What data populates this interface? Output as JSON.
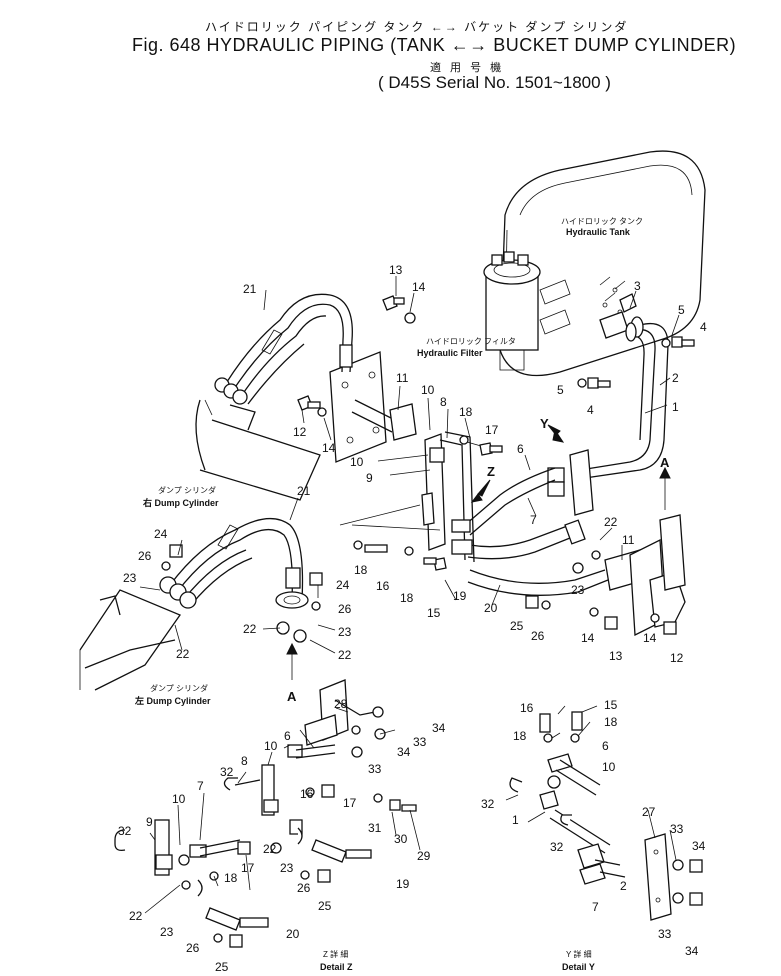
{
  "header": {
    "japanese_title": "ハイドロリック パイピング タンク ←→ バケット ダンプ シリンダ",
    "fig_title": "Fig. 648  HYDRAULIC PIPING (TANK ←→ BUCKET DUMP CYLINDER)",
    "japanese_applicable": "適 用 号 機",
    "serial_range": "( D45S Serial No. 1501~1800 )"
  },
  "labels": {
    "tank_jp": "ハイドロリック タンク",
    "tank": "Hydraulic Tank",
    "filter_jp": "ハイドロリック フィルタ",
    "filter": "Hydraulic Filter",
    "right_cyl_jp": "ダンプ シリンダ",
    "right_cyl": "右 Dump Cylinder",
    "left_cyl_jp": "ダンプ シリンダ",
    "left_cyl": "左 Dump Cylinder",
    "view_a_top": "A",
    "view_a_bottom": "A",
    "view_y": "Y",
    "view_z": "Z",
    "detail_z_jp": "Z 詳 細",
    "detail_z": "Detail Z",
    "detail_y_jp": "Y 詳 細",
    "detail_y": "Detail Y"
  },
  "callouts": {
    "main": [
      "13",
      "14",
      "3",
      "5",
      "4",
      "21",
      "2",
      "5",
      "4",
      "1",
      "12",
      "14",
      "10",
      "8",
      "18",
      "17",
      "11",
      "10",
      "9",
      "6",
      "Y",
      "Z",
      "24",
      "26",
      "21",
      "7",
      "22",
      "11",
      "18",
      "16",
      "18",
      "15",
      "19",
      "20",
      "25",
      "26",
      "23",
      "14",
      "13",
      "14",
      "12",
      "23",
      "22",
      "24",
      "26",
      "23",
      "22",
      "22"
    ],
    "detail_z": [
      "28",
      "34",
      "33",
      "34",
      "33",
      "10",
      "6",
      "8",
      "32",
      "16",
      "17",
      "31",
      "30",
      "29",
      "7",
      "10",
      "9",
      "32",
      "22",
      "18",
      "17",
      "23",
      "26",
      "25",
      "19",
      "22",
      "23",
      "26",
      "20",
      "25"
    ],
    "detail_y": [
      "16",
      "15",
      "18",
      "18",
      "6",
      "10",
      "32",
      "1",
      "27",
      "33",
      "34",
      "32",
      "2",
      "7",
      "33",
      "34"
    ]
  }
}
